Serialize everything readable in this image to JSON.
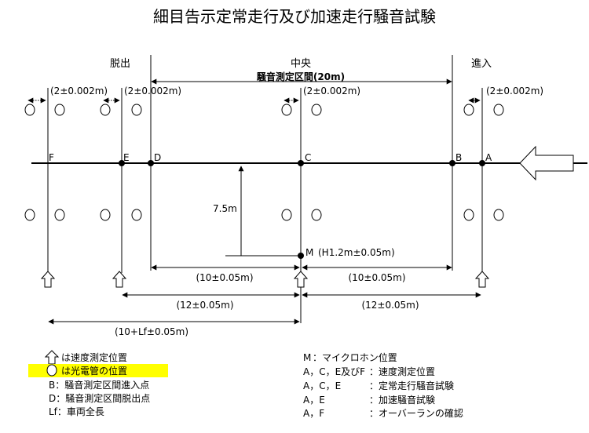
{
  "title": "細目告示定常走行及び加速走行騒音試験",
  "zones": {
    "exit": "脱出",
    "center": "中央",
    "entry": "進入"
  },
  "measurement_interval": "騒音測定区間(20m)",
  "tolerances": {
    "left_outer": "(2±0.002m)",
    "left_inner": "(2±0.002m)",
    "center": "(2±0.002m)",
    "right": "(2±0.002m)"
  },
  "points": {
    "A": "A",
    "B": "B",
    "C": "C",
    "D": "D",
    "E": "E",
    "F": "F",
    "M": "M"
  },
  "mic_height": "(H1.2m±0.05m)",
  "mic_distance": "7.5m",
  "distances": {
    "d_c_left": "(10±0.05m)",
    "c_b_right": "(10±0.05m)",
    "e_c": "(12±0.05m)",
    "c_a": "(12±0.05m)",
    "f_c": "(10+Lf±0.05m)"
  },
  "legend_left": [
    "は速度測定位置",
    "は光電管の位置",
    "B：騒音測定区間進入点",
    "D：騒音測定区間脱出点",
    "Lf：車両全長"
  ],
  "legend_right": [
    {
      "key": "M",
      "sep": "：",
      "val": "マイクロホン位置"
    },
    {
      "key": "A，C，E及びF",
      "sep": "：",
      "val": "速度測定位置"
    },
    {
      "key": "A，C，E",
      "sep": "：",
      "val": "定常走行騒音試験"
    },
    {
      "key": "A，E",
      "sep": "：",
      "val": "加速騒音試験"
    },
    {
      "key": "A，F",
      "sep": "：",
      "val": "オーバーランの確認"
    }
  ],
  "colors": {
    "highlight": "#ffff00",
    "line": "#000000"
  }
}
